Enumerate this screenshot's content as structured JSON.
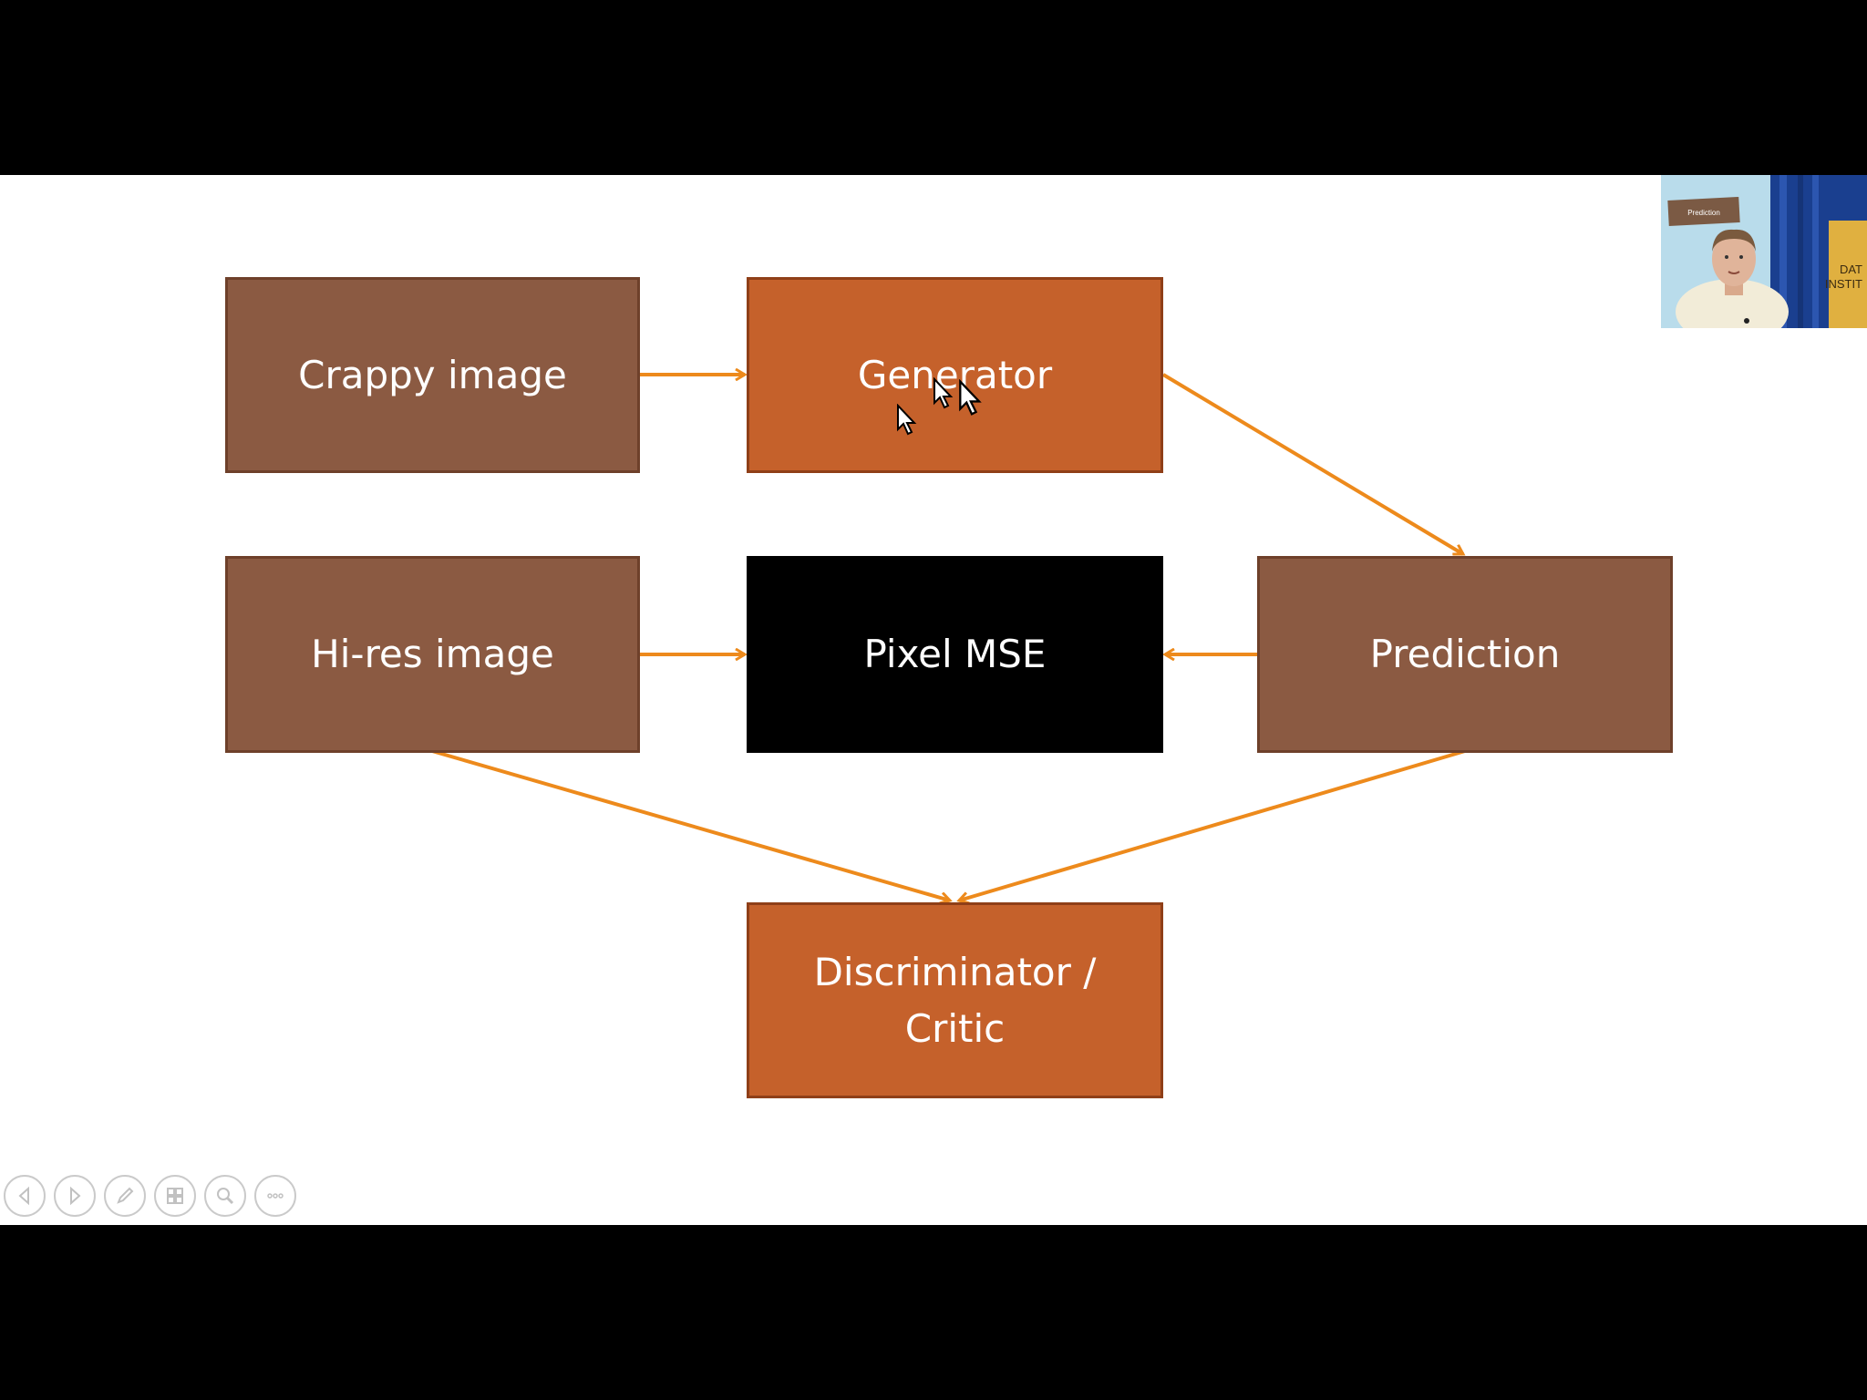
{
  "diagram": {
    "nodes": {
      "crappy": "Crappy image",
      "generator": "Generator",
      "hires": "Hi-res image",
      "pixel_mse": "Pixel MSE",
      "prediction": "Prediction",
      "discriminator": "Discriminator / Critic"
    },
    "edges": [
      [
        "Crappy image",
        "Generator"
      ],
      [
        "Generator",
        "Prediction"
      ],
      [
        "Hi-res image",
        "Pixel MSE"
      ],
      [
        "Prediction",
        "Pixel MSE"
      ],
      [
        "Hi-res image",
        "Discriminator / Critic"
      ],
      [
        "Prediction",
        "Discriminator / Critic"
      ]
    ],
    "colors": {
      "brown_box": "#8b5a42",
      "orange_box": "#c5612b",
      "black_box": "#000000",
      "arrow": "#ed8a1c",
      "text": "#ffffff"
    }
  },
  "webcam": {
    "slide_label": "Prediction",
    "sign_text_1": "DAT",
    "sign_text_2": "INSTIT"
  },
  "controls": {
    "icons": [
      "previous-slide-icon",
      "next-slide-icon",
      "pen-icon",
      "slides-grid-icon",
      "zoom-icon",
      "more-options-icon"
    ]
  }
}
